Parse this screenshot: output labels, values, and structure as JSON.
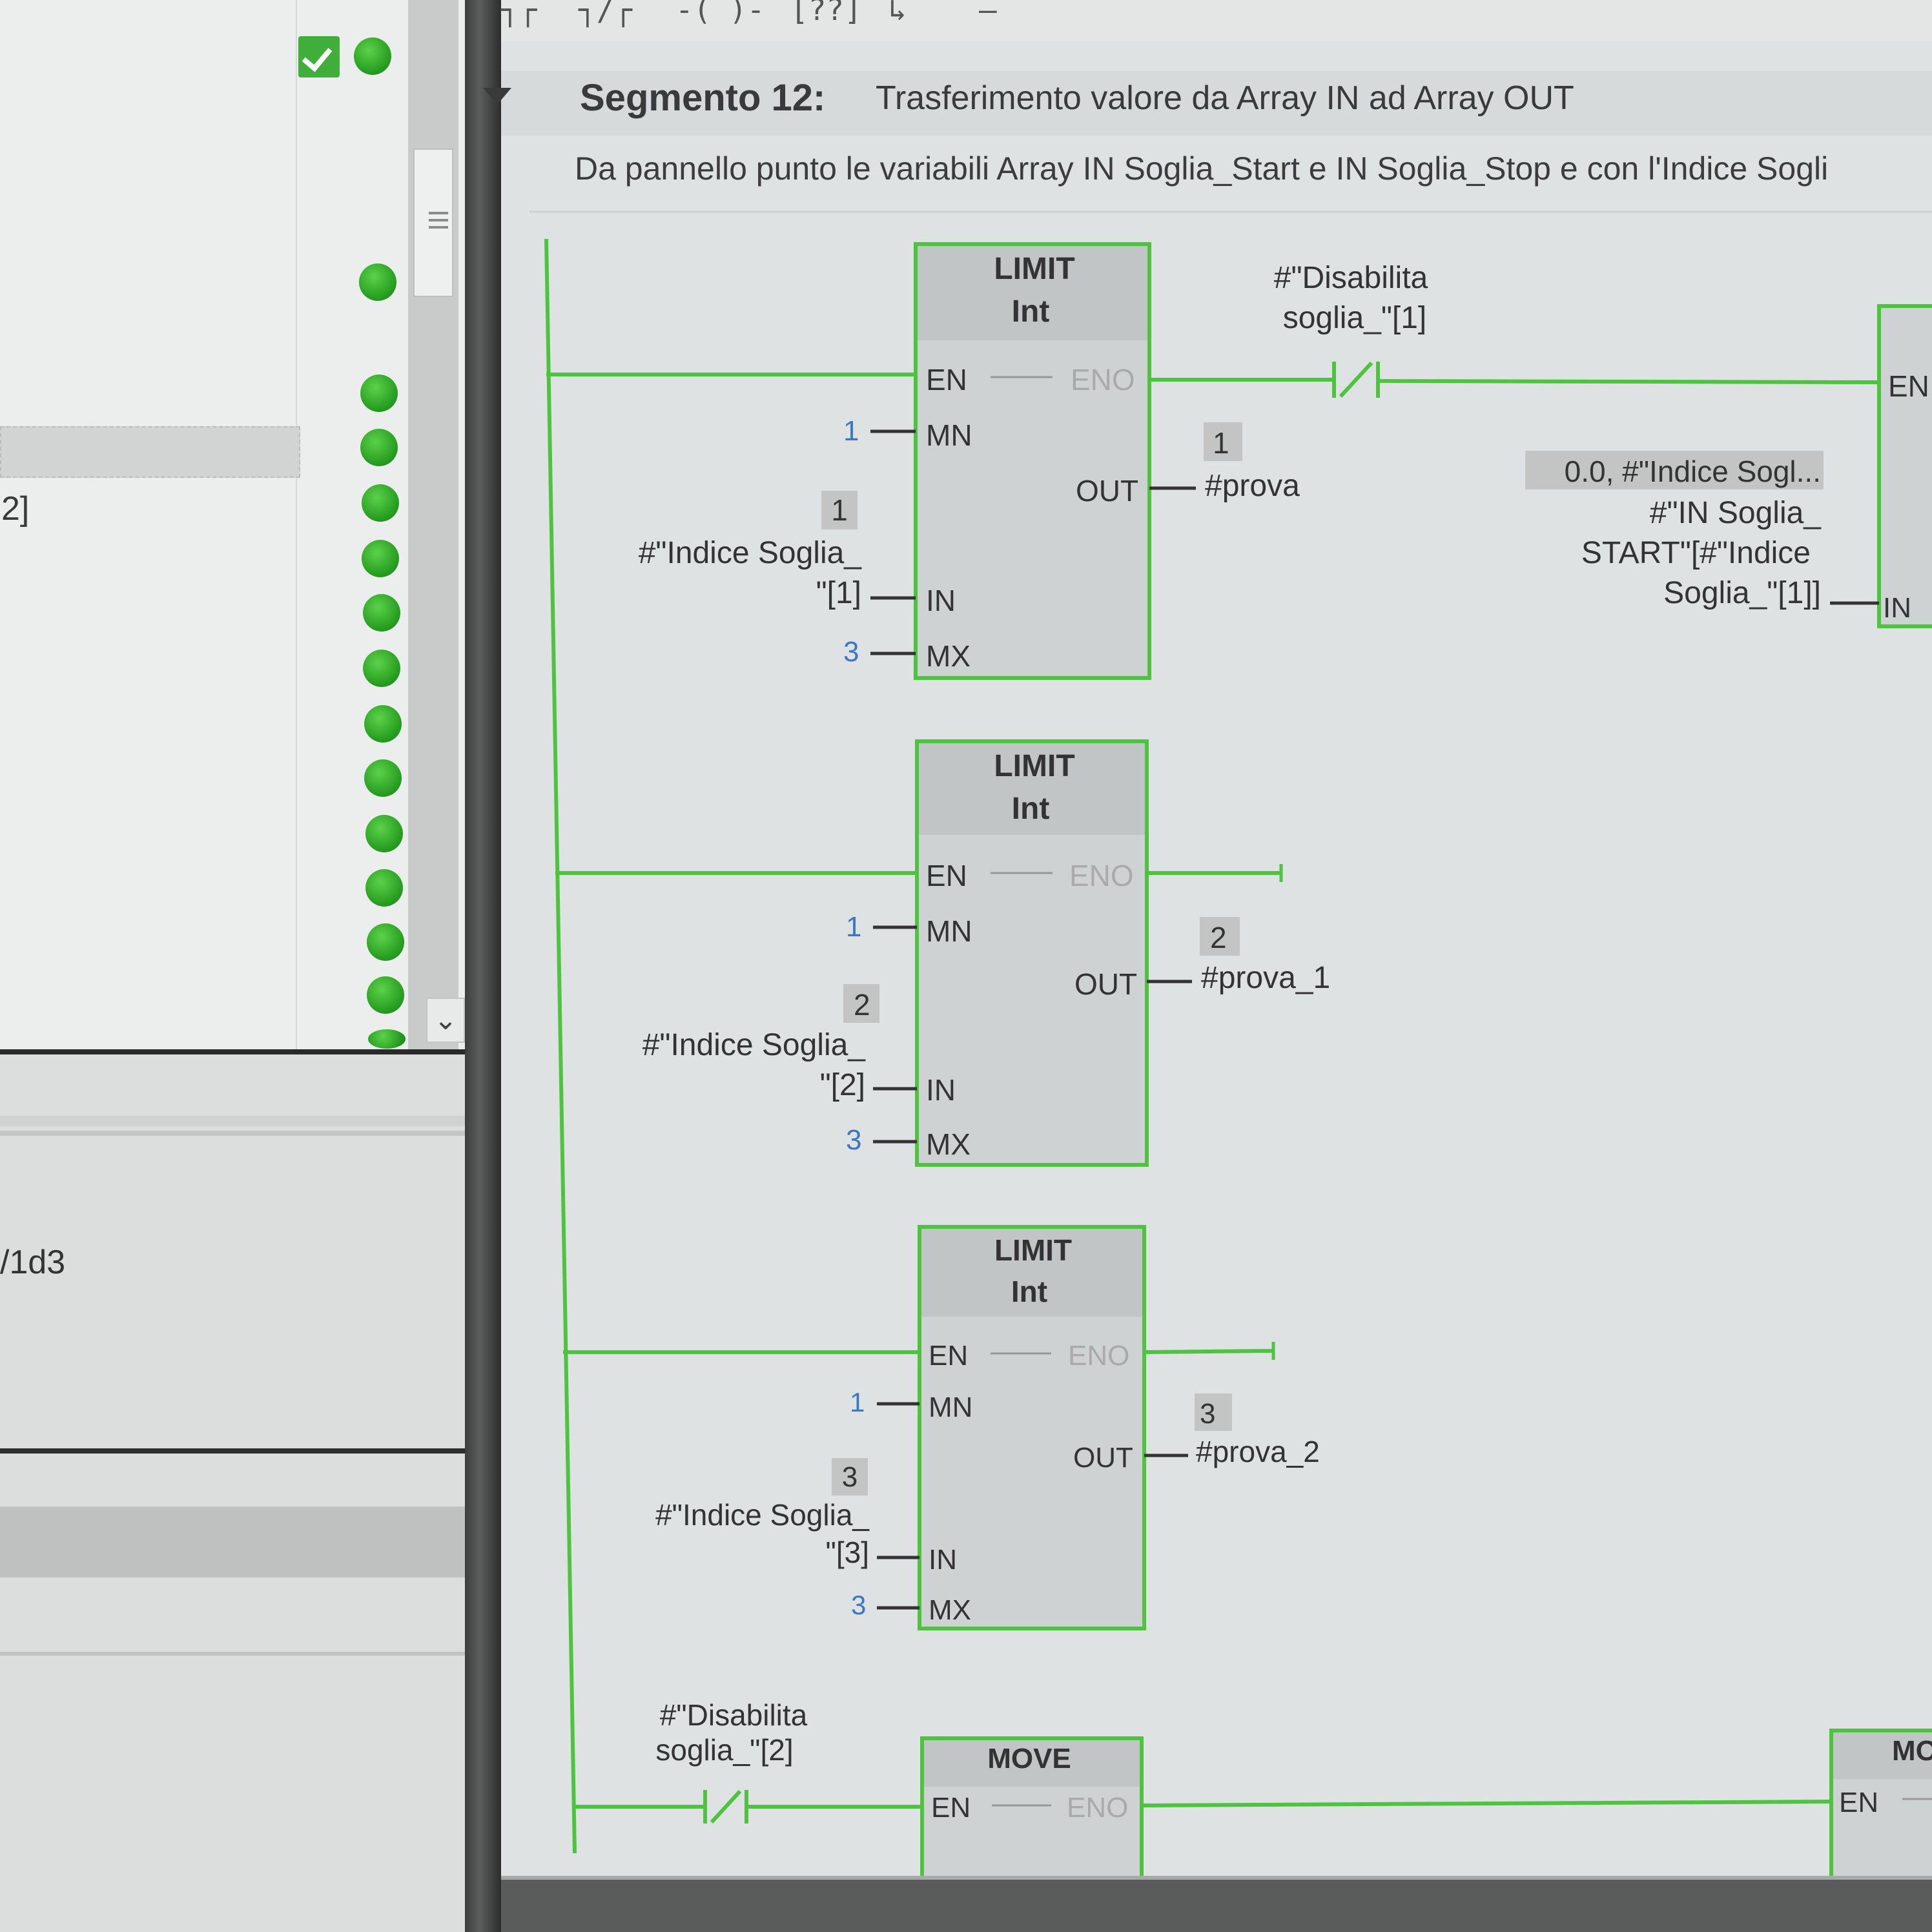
{
  "left_panel": {
    "row_fragment": "2]",
    "lower_fragment": "/1d3",
    "status_color": "#2aa322"
  },
  "segment": {
    "title": "Segmento 12:",
    "subtitle": "Trasferimento valore da Array IN ad Array OUT",
    "comment": "Da pannello punto le variabili Array IN Soglia_Start e IN Soglia_Stop e con l'Indice Sogli"
  },
  "blocks": {
    "limit_1": {
      "name": "LIMIT",
      "type": "Int",
      "pins": {
        "en": "EN",
        "eno": "ENO",
        "mn": "MN",
        "in": "IN",
        "mx": "MX",
        "out": "OUT"
      },
      "mn_value": "1",
      "mx_value": "3",
      "in_monitor": "1",
      "in_operand_line1": "#\"Indice Soglia_",
      "in_operand_line2": "\"[1]",
      "out_monitor": "1",
      "out_operand": "#prova"
    },
    "limit_2": {
      "name": "LIMIT",
      "type": "Int",
      "pins": {
        "en": "EN",
        "eno": "ENO",
        "mn": "MN",
        "in": "IN",
        "mx": "MX",
        "out": "OUT"
      },
      "mn_value": "1",
      "mx_value": "3",
      "in_monitor": "2",
      "in_operand_line1": "#\"Indice Soglia_",
      "in_operand_line2": "\"[2]",
      "out_monitor": "2",
      "out_operand": "#prova_1"
    },
    "limit_3": {
      "name": "LIMIT",
      "type": "Int",
      "pins": {
        "en": "EN",
        "eno": "ENO",
        "mn": "MN",
        "in": "IN",
        "mx": "MX",
        "out": "OUT"
      },
      "mn_value": "1",
      "mx_value": "3",
      "in_monitor": "3",
      "in_operand_line1": "#\"Indice Soglia_",
      "in_operand_line2": "\"[3]",
      "out_monitor": "3",
      "out_operand": "#prova_2"
    },
    "move_1": {
      "name": "MOVE",
      "en": "EN",
      "eno": "ENO"
    },
    "move_right": {
      "name": "MO",
      "en": "EN"
    },
    "right_box": {
      "en": "EN",
      "in": "IN"
    }
  },
  "contacts": {
    "contact_1": {
      "line1": "#\"Disabilita",
      "line2": "soglia_\"[1]"
    },
    "contact_2": {
      "line1": "#\"Disabilita",
      "line2": "soglia_\"[2]"
    }
  },
  "right_in": {
    "monitor": "0.0, #\"Indice Sogl...",
    "line1": "#\"IN Soglia_",
    "line2": "START\"[#\"Indice",
    "line3": "Soglia_\"[1]]"
  },
  "colors": {
    "energized": "#4cc43e",
    "box_fill": "#cfd2d2",
    "box_header": "#c2c5c5",
    "constant_blue": "#3a78c2",
    "monitor_bg": "#c3c5c5"
  }
}
